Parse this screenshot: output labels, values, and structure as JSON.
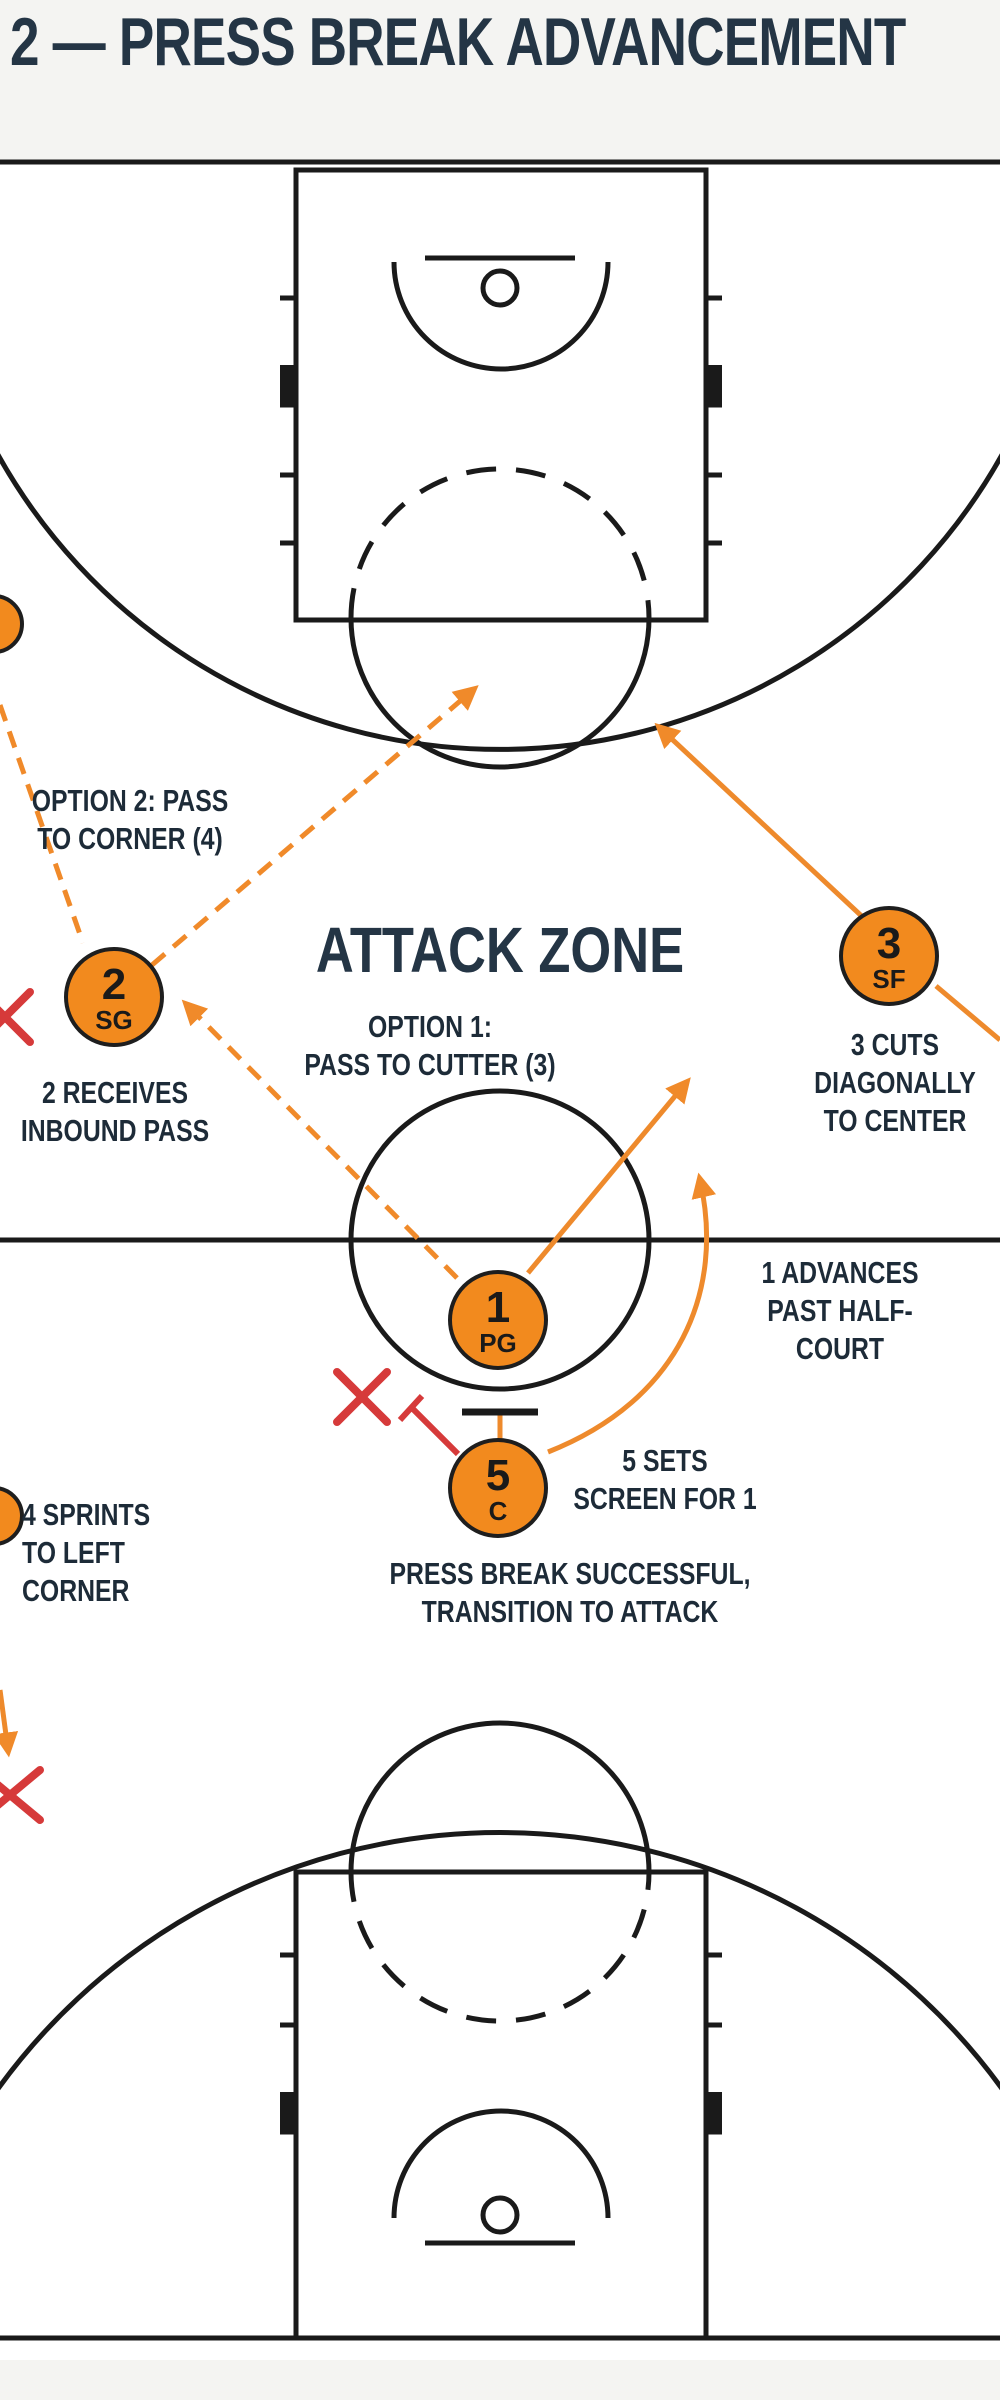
{
  "title": "2 — PRESS BREAK ADVANCEMENT",
  "zone_label": "ATTACK ZONE",
  "colors": {
    "court_line": "#1a1a1a",
    "player_fill": "#f28a1e",
    "pass_arrow": "#f08a2a",
    "move_arrow": "#ee8a2c",
    "defender": "#d63a3a",
    "title_text": "#243545"
  },
  "players": [
    {
      "number": "1",
      "position": "PG"
    },
    {
      "number": "2",
      "position": "SG"
    },
    {
      "number": "3",
      "position": "SF"
    },
    {
      "number": "5",
      "position": "C"
    }
  ],
  "annotations": {
    "option2": "OPTION 2: PASS\nTO CORNER (4)",
    "option1": "OPTION 1:\nPASS TO CUTTER (3)",
    "receives": "2 RECEIVES\nINBOUND PASS",
    "cuts": "3 CUTS\nDIAGONALLY\nTO CENTER",
    "advances": "1 ADVANCES\nPAST HALF-\nCOURT",
    "screen": "5 SETS\nSCREEN FOR 1",
    "sprints": "4 SPRINTS\nTO LEFT\nCORNER",
    "success": "PRESS BREAK SUCCESSFUL,\nTRANSITION TO ATTACK"
  },
  "icons": [
    "defender-x-icon",
    "screen-bar-icon"
  ]
}
